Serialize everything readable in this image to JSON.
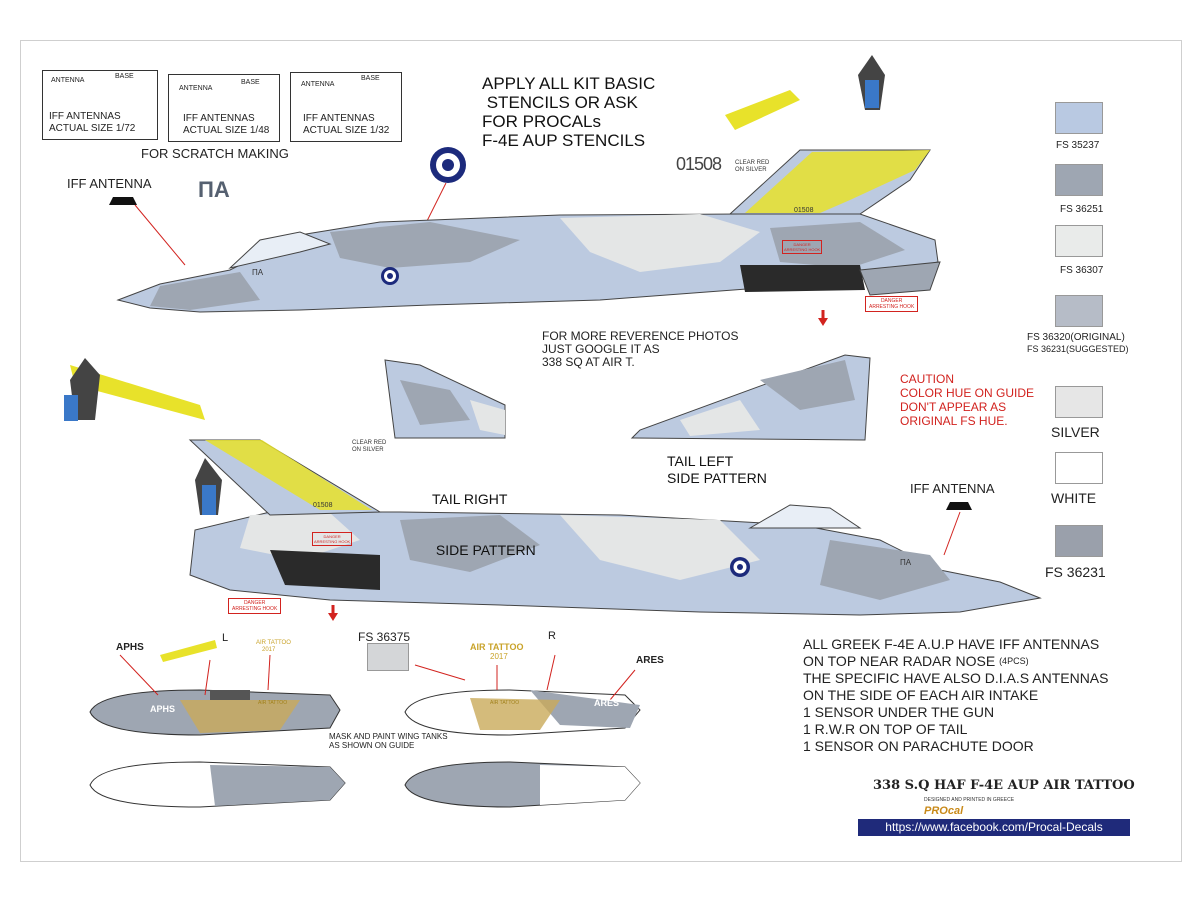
{
  "antenna_boxes": [
    {
      "antenna": "ANTENNA",
      "base": "BASE",
      "caption1": "IFF ANTENNAS",
      "caption2": "ACTUAL SIZE 1/72"
    },
    {
      "antenna": "ANTENNA",
      "base": "BASE",
      "caption1": "IFF ANTENNAS",
      "caption2": "ACTUAL SIZE 1/48"
    },
    {
      "antenna": "ANTENNA",
      "base": "BASE",
      "caption1": "IFF ANTENNAS",
      "caption2": "ACTUAL SIZE 1/32"
    }
  ],
  "scratch_note": "FOR SCRATCH MAKING",
  "stencil_note": [
    "APPLY ALL KIT BASIC",
    " STENCILS OR ASK",
    "FOR PROCALs",
    "F-4E AUP STENCILS"
  ],
  "top_view": {
    "iff_label": "IFF ANTENNA",
    "code_big": "ΠΑ",
    "code_small": "ΠΑ",
    "serial_big": "01508",
    "serial_small": "01508",
    "clear_red": [
      "CLEAR RED",
      "ON SILVER"
    ],
    "danger": "DANGER",
    "danger_sub": "ARRESTING HOOK"
  },
  "reference_note": [
    "FOR MORE REVERENCE PHOTOS",
    "JUST GOOGLE IT AS",
    "338 SQ AT AIR T."
  ],
  "tail_right": [
    "TAIL RIGHT",
    " SIDE PATTERN"
  ],
  "tail_left": [
    "TAIL LEFT",
    "SIDE PATTERN"
  ],
  "bottom_view": {
    "iff_label": "IFF ANTENNA",
    "clear_red": [
      "CLEAR RED",
      "ON SILVER"
    ],
    "serial_small": "01508",
    "danger": "DANGER",
    "danger_sub": "ARRESTING HOOK",
    "code_small": "ΠΑ"
  },
  "caution": [
    "CAUTION",
    "COLOR HUE ON GUIDE",
    "DON'T APPEAR AS",
    "ORIGINAL FS HUE."
  ],
  "swatches": [
    {
      "label": "FS 35237",
      "color": "#b9c9e2"
    },
    {
      "label": "FS 36251",
      "color": "#9ea6b2"
    },
    {
      "label": "FS 36307",
      "color": "#e9ebea"
    },
    {
      "label": "FS 36320(ORIGINAL)",
      "label2": "FS 36231(SUGGESTED)",
      "color": "#b6bcc7"
    },
    {
      "label": "SILVER",
      "color": "#e6e6e6"
    },
    {
      "label": "WHITE",
      "color": "#ffffff"
    },
    {
      "label": "FS 36231",
      "color": "#9aa0ab"
    }
  ],
  "tanks": {
    "left_marker": "L",
    "right_marker": "R",
    "fs_label": "FS 36375",
    "fs_color": "#d4d6d8",
    "aphs": "APHS",
    "ares": "ARES",
    "air_tattoo": "AIR TATTOO",
    "year": "2017",
    "mask_note": [
      "MASK AND PAINT WING TANKS",
      "AS SHOWN ON GUIDE"
    ]
  },
  "notes": [
    "ALL GREEK F-4E A.U.P HAVE IFF ANTENNAS",
    "ON TOP NEAR RADAR NOSE",
    "(4PCS)",
    "THE SPECIFIC HAVE ALSO D.I.A.S ANTENNAS",
    "ON THE SIDE OF EACH AIR INTAKE",
    "1 SENSOR UNDER THE GUN",
    "1 R.W.R ON TOP OF TAIL",
    "1 SENSOR ON PARACHUTE DOOR"
  ],
  "footer": {
    "title": "338 S.Q HAF F-4E AUP AIR TATTOO",
    "designed_prefix": "DESIGNED",
    "designed_and": "AND",
    "designed_printed": "PRINTED",
    "designed_in": "IN GREECE",
    "brand": "PROcal",
    "url": "https://www.facebook.com/Procal-Decals"
  },
  "colors": {
    "camo_light": "#bccae0",
    "camo_grey": "#9ea6b2",
    "camo_pale": "#e4e6e6",
    "yellow": "#e8e22a",
    "red_line": "#d2231f",
    "roundel_blue": "#1c2a7c"
  }
}
